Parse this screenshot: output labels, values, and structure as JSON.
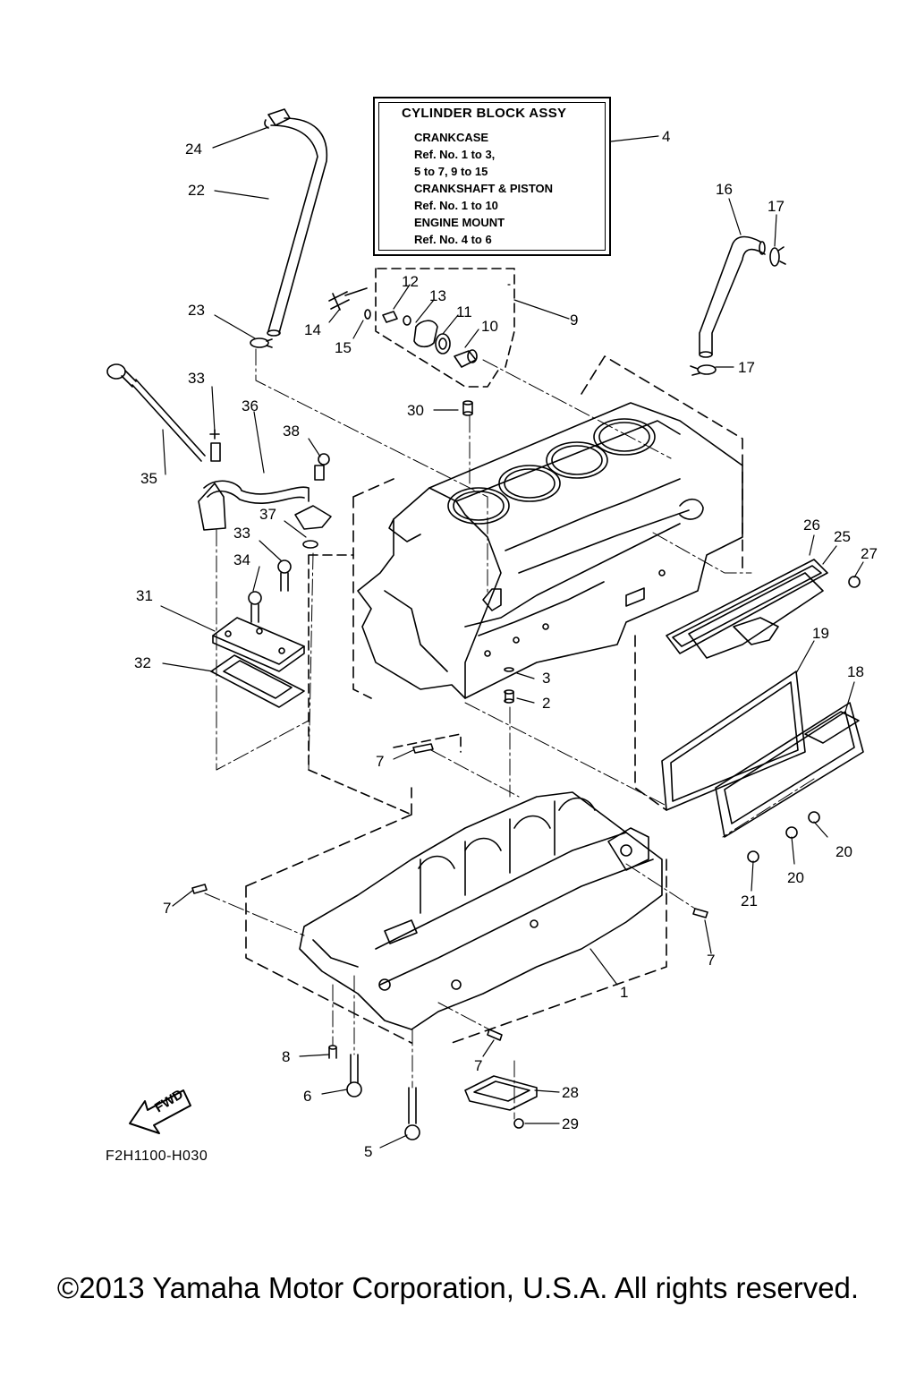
{
  "legend": {
    "title": "CYLINDER BLOCK ASSY",
    "lines": [
      "CRANKCASE",
      "Ref. No. 1 to 3,",
      "5 to 7, 9 to 15",
      "CRANKSHAFT & PISTON",
      "Ref. No. 1 to 10",
      "ENGINE MOUNT",
      "Ref. No. 4 to 6"
    ]
  },
  "callouts": {
    "c24": "24",
    "c22": "22",
    "c23": "23",
    "c4": "4",
    "c16": "16",
    "c17a": "17",
    "c17b": "17",
    "c12": "12",
    "c13": "13",
    "c11": "11",
    "c10": "10",
    "c9": "9",
    "c14": "14",
    "c15": "15",
    "c33a": "33",
    "c36": "36",
    "c38": "38",
    "c30": "30",
    "c35": "35",
    "c37": "37",
    "c33b": "33",
    "c34": "34",
    "c31": "31",
    "c32": "32",
    "c26": "26",
    "c25": "25",
    "c27": "27",
    "c19": "19",
    "c18": "18",
    "c3": "3",
    "c2": "2",
    "c7a": "7",
    "c7b": "7",
    "c7c": "7",
    "c7d": "7",
    "c20a": "20",
    "c20b": "20",
    "c21": "21",
    "c1": "1",
    "c8": "8",
    "c6": "6",
    "c5": "5",
    "c28": "28",
    "c29": "29"
  },
  "fwd_label": "FWD",
  "diagram_code": "F2H1100-H030",
  "copyright": "©2013 Yamaha Motor Corporation, U.S.A. All rights reserved."
}
